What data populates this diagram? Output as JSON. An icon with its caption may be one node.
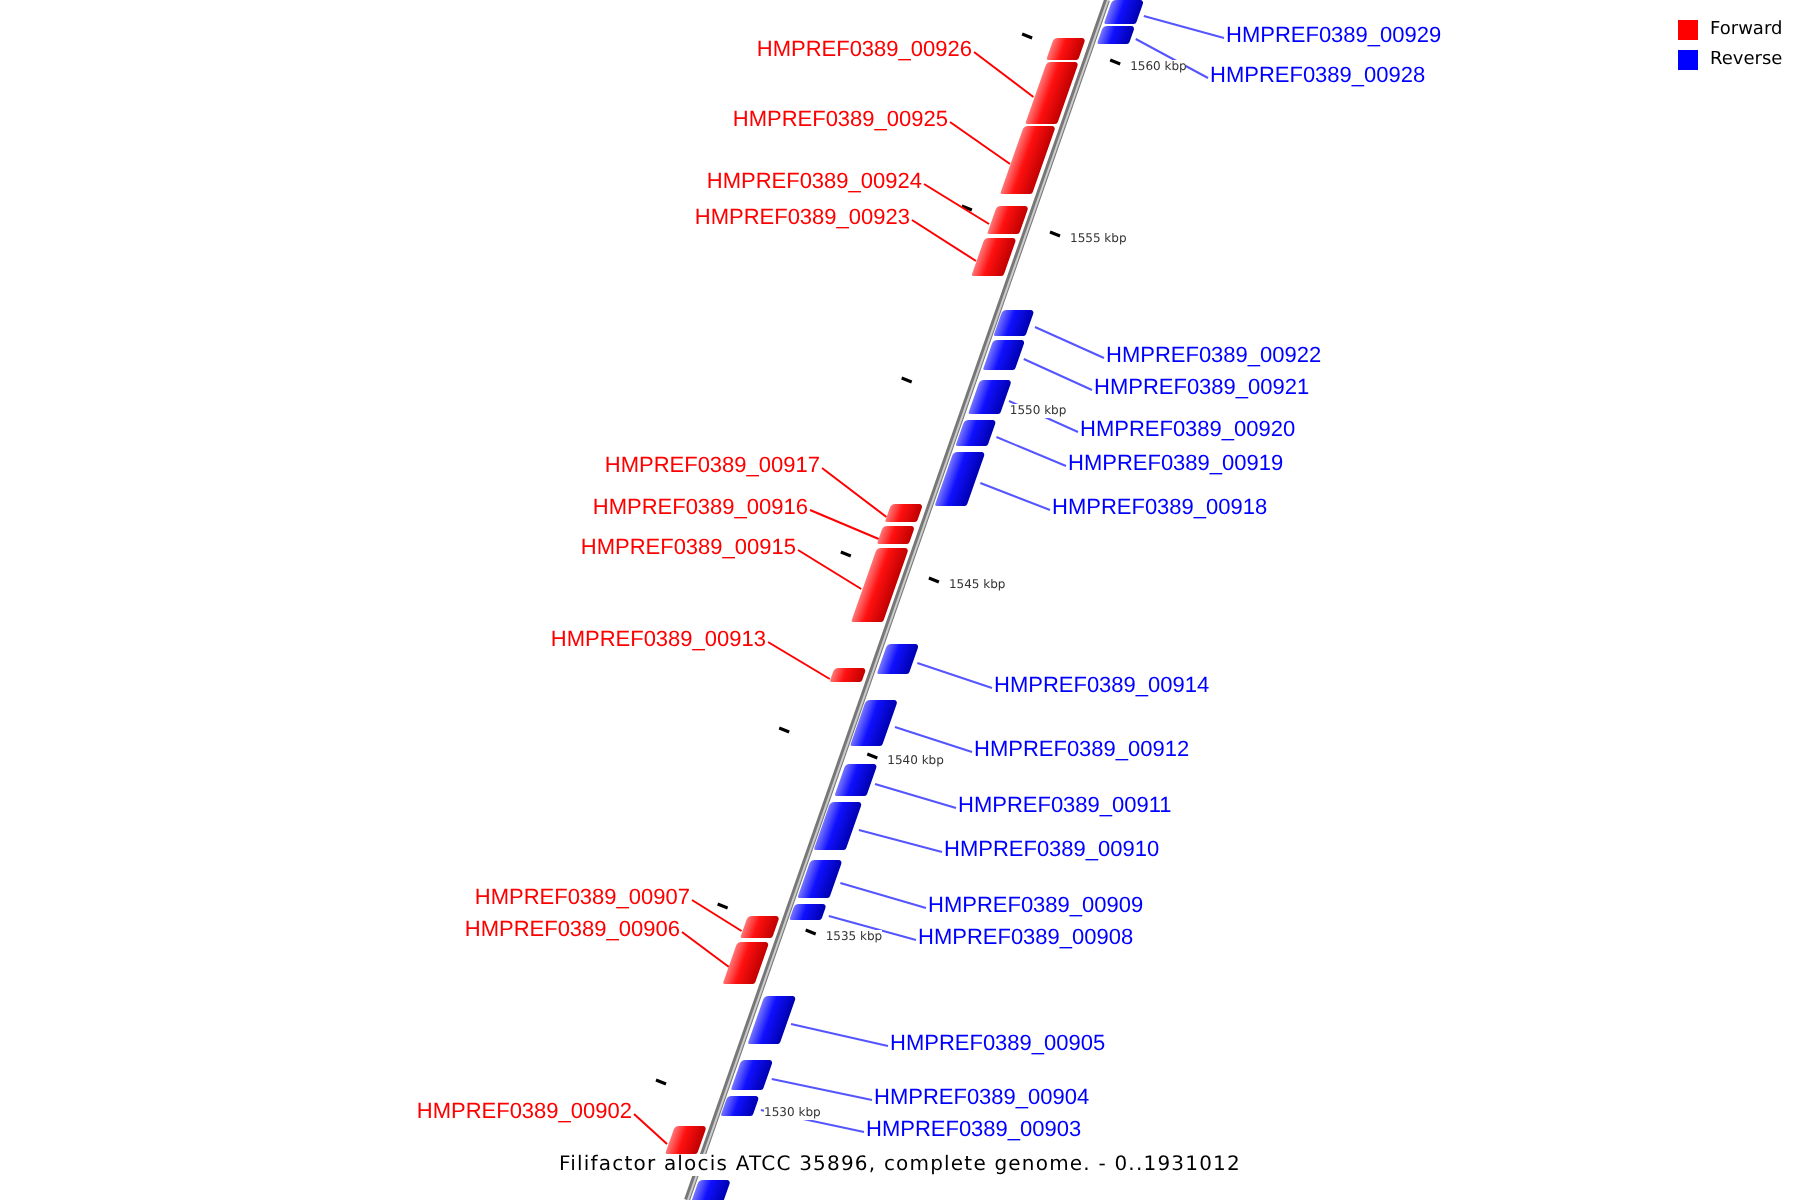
{
  "diagram": {
    "caption": "Filifactor alocis ATCC 35896, complete genome. - 0..1931012",
    "nodes": [
      {
        "text": [
          "HMPREF0389_00929"
        ]
      },
      {
        "text": [],
        "shape": "box"
      },
      {
        "text": [
          "HMPREF0389_00928"
        ]
      },
      {
        "text": [],
        "shape": "box"
      },
      {
        "text": [],
        "shape": "box"
      },
      {
        "text": [
          "HMPREF0389_00926"
        ]
      },
      {
        "text": [],
        "shape": "box"
      },
      {
        "text": [
          "HMPREF0389_00925"
        ]
      },
      {
        "text": [],
        "shape": "box"
      },
      {
        "text": [
          "HMPREF0389_00924"
        ]
      },
      {
        "text": [],
        "shape": "box"
      },
      {
        "text": [
          "HMPREF0389_00923"
        ]
      },
      {
        "text": [],
        "shape": "box"
      },
      {
        "text": [
          "HMPREF0389_00922"
        ]
      },
      {
        "text": [],
        "shape": "box"
      },
      {
        "text": [
          "HMPREF0389_00921"
        ]
      },
      {
        "text": [],
        "shape": "box"
      },
      {
        "text": [
          "HMPREF0389_00920"
        ]
      },
      {
        "text": [],
        "shape": "box"
      },
      {
        "text": [
          "HMPREF0389_00919"
        ]
      },
      {
        "text": [],
        "shape": "box"
      },
      {
        "text": [
          "HMPREF0389_00918"
        ]
      },
      {
        "text": [],
        "shape": "box"
      },
      {
        "text": [
          "HMPREF0389_00917"
        ]
      },
      {
        "text": [],
        "shape": "box"
      },
      {
        "text": [
          "HMPREF0389_00916"
        ]
      },
      {
        "text": [],
        "shape": "box"
      },
      {
        "text": [
          "HMPREF0389_00915"
        ]
      },
      {
        "text": [],
        "shape": "box"
      },
      {
        "text": [
          "HMPREF0389_00913"
        ]
      },
      {
        "text": [],
        "shape": "box"
      },
      {
        "text": [
          "HMPREF0389_00914"
        ]
      },
      {
        "text": [],
        "shape": "box"
      },
      {
        "text": [
          "HMPREF0389_00912"
        ]
      },
      {
        "text": [],
        "shape": "box"
      },
      {
        "text": [
          "HMPREF0389_00911"
        ]
      },
      {
        "text": [],
        "shape": "box"
      },
      {
        "text": [
          "HMPREF0389_00910"
        ]
      },
      {
        "text": [],
        "shape": "box"
      },
      {
        "text": [
          "HMPREF0389_00907"
        ]
      },
      {
        "text": [],
        "shape": "box"
      },
      {
        "text": [
          "HMPREF0389_00909"
        ]
      },
      {
        "text": [],
        "shape": "box"
      },
      {
        "text": [
          "HMPREF0389_00906"
        ]
      },
      {
        "text": [],
        "shape": "box"
      },
      {
        "text": [
          "HMPREF0389_00908"
        ]
      },
      {
        "text": [],
        "shape": "box"
      },
      {
        "text": [
          "HMPREF0389_00905"
        ]
      },
      {
        "text": [],
        "shape": "box"
      },
      {
        "text": [
          "HMPREF0389_00904"
        ]
      },
      {
        "text": [],
        "shape": "box"
      },
      {
        "text": [
          "HMPREF0389_00902"
        ]
      },
      {
        "text": [],
        "shape": "box"
      },
      {
        "text": [
          "HMPREF0389_00903"
        ]
      },
      {
        "text": [],
        "shape": "box"
      },
      {
        "text": [],
        "shape": "box"
      }
    ],
    "edges": [
      {
        "from": 0,
        "to": 1,
        "arrow": "none"
      },
      {
        "from": 2,
        "to": 3,
        "arrow": "none"
      },
      {
        "from": 5,
        "to": 6,
        "arrow": "none",
        "color": "#ff0000"
      },
      {
        "from": 7,
        "to": 8,
        "arrow": "none",
        "color": "#ff0000"
      },
      {
        "from": 9,
        "to": 10,
        "arrow": "none",
        "color": "#ff0000"
      },
      {
        "from": 11,
        "to": 12,
        "arrow": "none",
        "color": "#ff0000"
      },
      {
        "from": 13,
        "to": 14,
        "arrow": "none"
      },
      {
        "from": 15,
        "to": 16,
        "arrow": "none"
      },
      {
        "from": 17,
        "to": 18,
        "arrow": "none"
      },
      {
        "from": 19,
        "to": 20,
        "arrow": "none"
      },
      {
        "from": 21,
        "to": 22,
        "arrow": "none"
      },
      {
        "from": 23,
        "to": 24,
        "arrow": "none",
        "color": "#ff0000"
      },
      {
        "from": 25,
        "to": 26,
        "arrow": "none",
        "color": "#ff0000"
      },
      {
        "from": 27,
        "to": 28,
        "arrow": "none",
        "color": "#ff0000"
      },
      {
        "from": 29,
        "to": 30,
        "arrow": "none",
        "color": "#ff0000"
      },
      {
        "from": 31,
        "to": 32,
        "arrow": "none"
      },
      {
        "from": 33,
        "to": 34,
        "arrow": "none"
      },
      {
        "from": 35,
        "to": 36,
        "arrow": "none"
      },
      {
        "from": 37,
        "to": 38,
        "arrow": "none"
      },
      {
        "from": 39,
        "to": 40,
        "arrow": "none",
        "color": "#ff0000"
      },
      {
        "from": 41,
        "to": 42,
        "arrow": "none"
      },
      {
        "from": 43,
        "to": 44,
        "arrow": "none",
        "color": "#ff0000"
      },
      {
        "from": 45,
        "to": 46,
        "arrow": "none"
      },
      {
        "from": 47,
        "to": 48,
        "arrow": "none"
      },
      {
        "from": 49,
        "to": 50,
        "arrow": "none"
      },
      {
        "from": 51,
        "to": 52,
        "arrow": "none",
        "color": "#ff0000"
      },
      {
        "from": 53,
        "to": 54,
        "arrow": "none"
      }
    ],
    "labels": [
      "1560 kbp",
      "1555 kbp",
      "1550 kbp",
      "1545 kbp",
      "1540 kbp",
      "1535 kbp",
      "1530 kbp"
    ],
    "legend": [
      {
        "text": "Forward",
        "color": "#ff0000"
      },
      {
        "text": "Reverse",
        "color": "#0000ff"
      }
    ]
  }
}
